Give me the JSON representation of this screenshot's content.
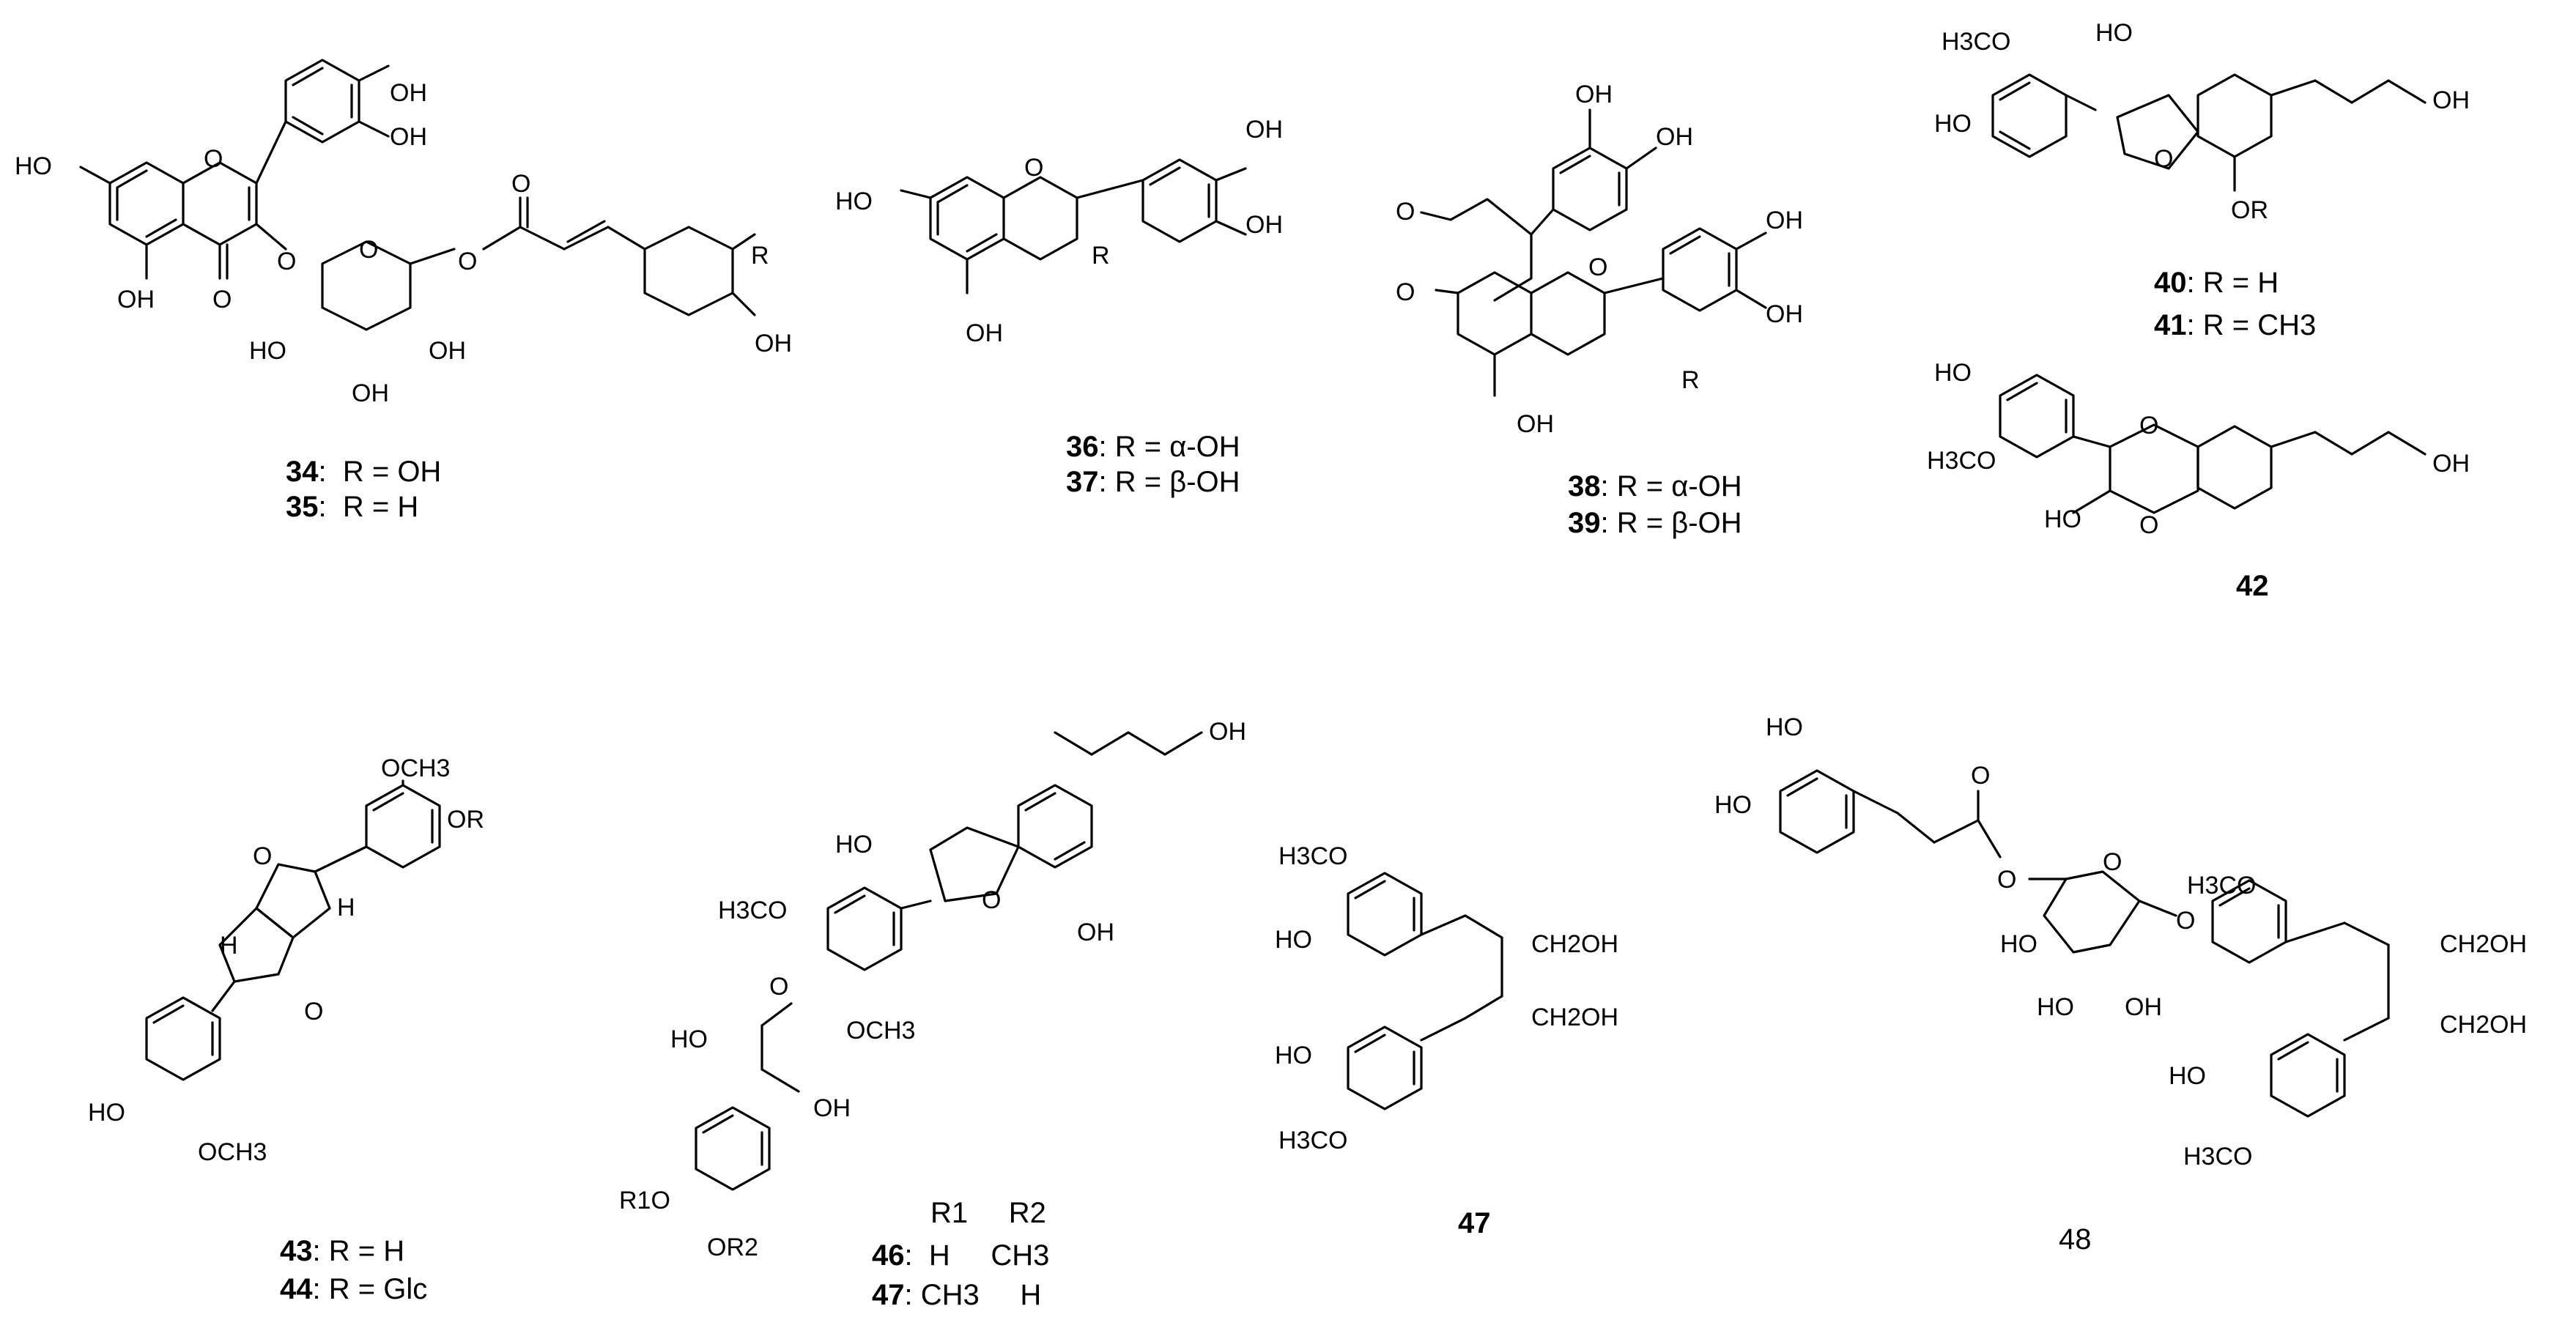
{
  "structures": [
    {
      "id": "s34",
      "compounds": [
        {
          "num": "34",
          "sub": "R = OH"
        },
        {
          "num": "35",
          "sub": "R = H"
        }
      ],
      "labels": {
        "oh1": "OH",
        "oh2": "OH",
        "ho": "HO",
        "o1": "O",
        "oh3": "OH",
        "o2": "O",
        "o3": "O",
        "o4": "O",
        "o5": "O",
        "o6": "O",
        "r": "R",
        "oh4": "OH",
        "ho2": "HO",
        "oh5": "OH",
        "oh6": "OH"
      }
    },
    {
      "id": "s36",
      "compounds": [
        {
          "num": "36",
          "sub": "R = α-OH"
        },
        {
          "num": "37",
          "sub": "R = β-OH"
        }
      ],
      "labels": {
        "oh1": "OH",
        "oh2": "OH",
        "ho": "HO",
        "o": "O",
        "oh3": "OH",
        "r": "R"
      }
    },
    {
      "id": "s38",
      "compounds": [
        {
          "num": "38",
          "sub": "R = α-OH"
        },
        {
          "num": "39",
          "sub": "R = β-OH"
        }
      ],
      "labels": {
        "oh1": "OH",
        "oh2": "OH",
        "o1": "O",
        "o2": "O",
        "o3": "O",
        "oh3": "OH",
        "oh4": "OH",
        "oh5": "OH",
        "r": "R"
      }
    },
    {
      "id": "s40",
      "compounds": [
        {
          "num": "40",
          "sub": "R = H"
        },
        {
          "num": "41",
          "sub": "R = CH3"
        }
      ],
      "labels": {
        "h3co": "H3CO",
        "ho": "HO",
        "ho2": "HO",
        "o": "O",
        "oh": "OH",
        "or": "OR"
      }
    },
    {
      "id": "s42",
      "compounds": [
        {
          "num": "42",
          "sub": ""
        }
      ],
      "labels": {
        "ho": "HO",
        "h3co": "H3CO",
        "o1": "O",
        "o2": "O",
        "oh": "OH",
        "ho2": "HO"
      }
    },
    {
      "id": "s43",
      "compounds": [
        {
          "num": "43",
          "sub": "R = H"
        },
        {
          "num": "44",
          "sub": "R = Glc"
        }
      ],
      "labels": {
        "och3": "OCH3",
        "or": "OR",
        "o1": "O",
        "o2": "O",
        "h1": "H",
        "h2": "H",
        "ho": "HO",
        "och3b": "OCH3"
      }
    },
    {
      "id": "s46",
      "compounds": [
        {
          "num": "46",
          "sub": "H"
        },
        {
          "num": "47",
          "sub": "CH3"
        }
      ],
      "table": {
        "r1": "R1",
        "r2": "R2",
        "row1": [
          "H",
          "CH3"
        ],
        "row2": [
          "CH3",
          "H"
        ]
      },
      "labels": {
        "oh": "OH",
        "ho": "HO",
        "h3co": "H3CO",
        "o1": "O",
        "o2": "O",
        "oh2": "OH",
        "och3": "OCH3",
        "ho2": "HO",
        "oh3": "OH",
        "r1o": "R1O",
        "or2": "OR2"
      }
    },
    {
      "id": "s47",
      "compounds": [
        {
          "num": "47",
          "sub": ""
        }
      ],
      "labels": {
        "h3co": "H3CO",
        "ho": "HO",
        "ch2oh1": "CH2OH",
        "ch2oh2": "CH2OH",
        "ho2": "HO",
        "h3co2": "H3CO"
      }
    },
    {
      "id": "s48",
      "compounds": [
        {
          "num": "48",
          "sub": ""
        }
      ],
      "labels": {
        "ho": "HO",
        "ho2": "HO",
        "o": "O",
        "o2": "O",
        "o3": "O",
        "o4": "O",
        "h3co": "H3CO",
        "ho3": "HO",
        "ho4": "HO",
        "oh": "OH",
        "ch2oh1": "CH2OH",
        "ch2oh2": "CH2OH",
        "ho5": "HO",
        "h3co2": "H3CO"
      }
    }
  ]
}
